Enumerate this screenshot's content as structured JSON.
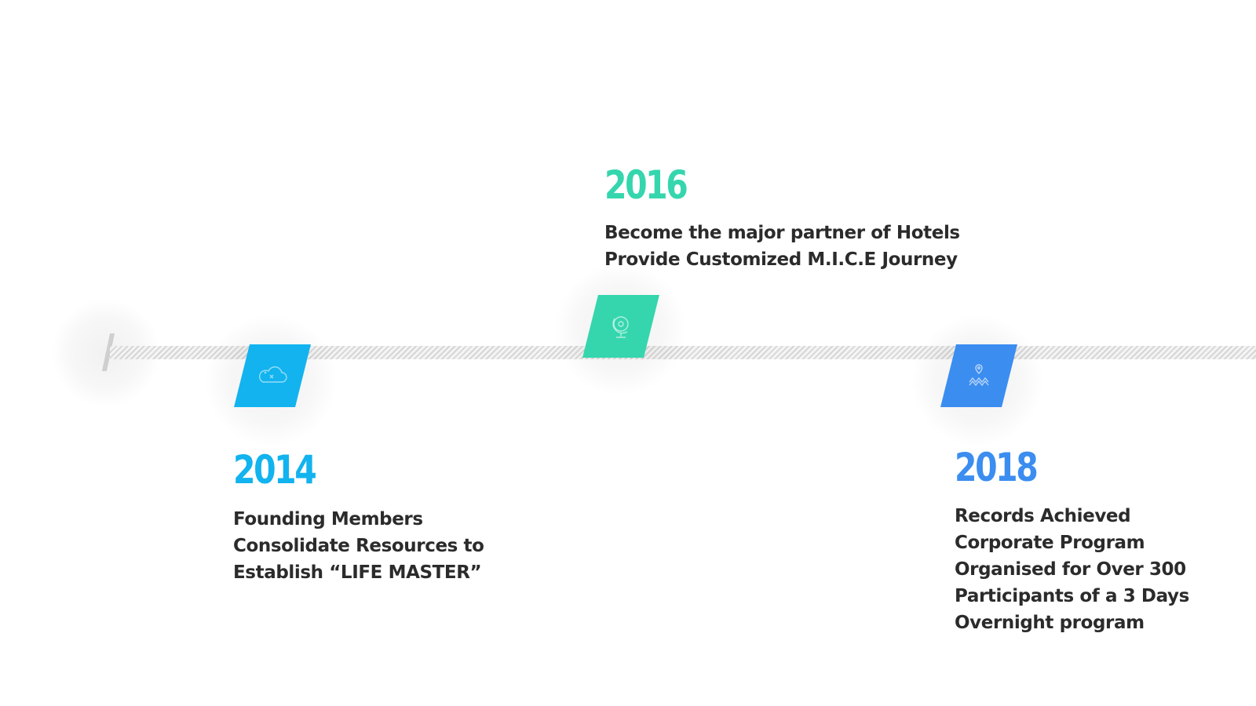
{
  "timeline": {
    "milestones": [
      {
        "year": "2014",
        "color": "#12b3ee",
        "icon": "cloud-icon",
        "lines": [
          "Founding Members",
          "Consolidate Resources to",
          "Establish “LIFE MASTER”"
        ]
      },
      {
        "year": "2016",
        "color": "#35d6ad",
        "icon": "globe-icon",
        "lines": [
          "Become the major partner of Hotels",
          "Provide Customized M.I.C.E Journey"
        ]
      },
      {
        "year": "2018",
        "color": "#3b8df0",
        "icon": "location-route-icon",
        "lines": [
          "Records Achieved",
          "Corporate Program",
          "Organised for Over 300",
          "Participants of a 3 Days",
          "Overnight program"
        ]
      }
    ]
  }
}
